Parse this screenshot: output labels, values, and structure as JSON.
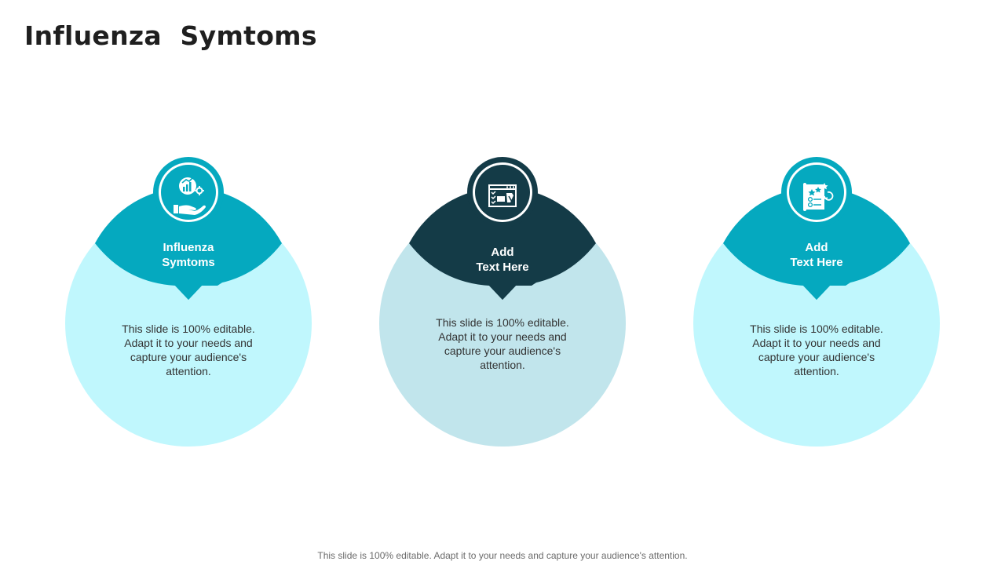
{
  "slide": {
    "title": "Influenza  Symtoms",
    "footer": "This slide is 100% editable. Adapt it to your needs and capture your audience's attention."
  },
  "cards": [
    {
      "heading": "Influenza\nSymtoms",
      "body": "This slide is 100% editable. Adapt it to your needs and capture your audience's attention.",
      "icon": "hand-growth-chart-icon"
    },
    {
      "heading": "Add\nText Here",
      "body": "This slide is 100% editable. Adapt it to your needs and capture your audience's attention.",
      "icon": "browser-checklist-icon"
    },
    {
      "heading": "Add\nText Here",
      "body": "This slide is 100% editable. Adapt it to your needs and capture your audience's attention.",
      "icon": "rated-document-icon"
    }
  ],
  "colors": {
    "teal": "#05a9bf",
    "dark_teal": "#143b47",
    "light_cyan": "#c0f7fd",
    "pale_blue": "#c1e5ec"
  }
}
